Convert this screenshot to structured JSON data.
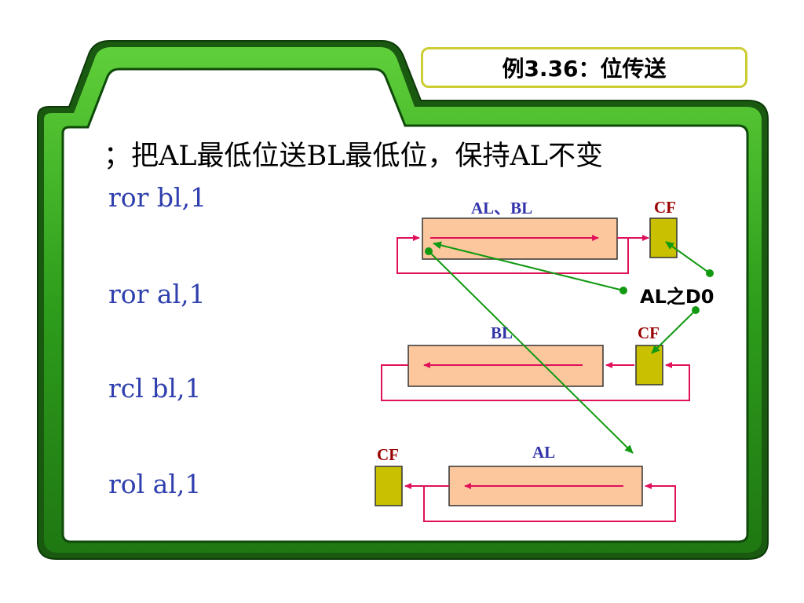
{
  "title": "例3.36：位传送",
  "comment": "；把AL最低位送BL最低位，保持AL不变",
  "instructions": [
    "ror bl,1",
    "ror al,1",
    "rcl bl,1",
    "rol al,1"
  ],
  "diagram": {
    "ror_bl_register_label": "AL、BL",
    "ror_bl_flag_label": "CF",
    "annotation": "AL之D0",
    "rcl_register_label": "BL",
    "rcl_flag_label": "CF",
    "rol_register_label": "AL",
    "rol_flag_label": "CF"
  },
  "colors": {
    "frame_green": "#33aa22",
    "frame_dark": "#1a5a10",
    "register_fill": "#fcc79c",
    "flag_fill": "#c8c000",
    "shift_arrow": "#e0105a",
    "link_arrow": "#119911",
    "code_text": "#2f3fae"
  }
}
